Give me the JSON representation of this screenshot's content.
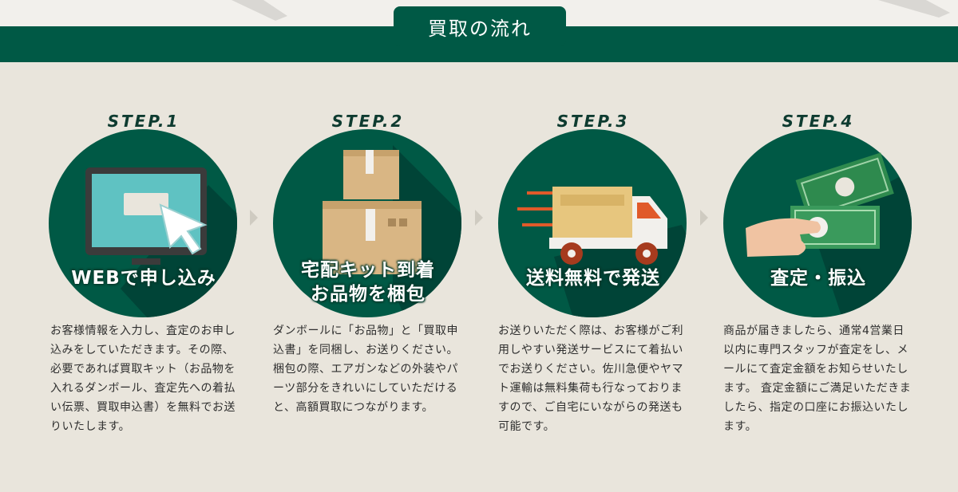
{
  "header": {
    "title": "買取の流れ"
  },
  "steps": [
    {
      "label": "STEP.1",
      "title": "WEBで申し込み",
      "icon": "monitor-cursor-icon",
      "description": "お客様情報を入力し、査定のお申し込みをしていただきます。その際、必要であれば買取キット（お品物を入れるダンボール、査定先への着払い伝票、買取申込書）を無料でお送りいたします。"
    },
    {
      "label": "STEP.2",
      "title_line1": "宅配キット到着",
      "title_line2": "お品物を梱包",
      "icon": "cardboard-boxes-icon",
      "description": "ダンボールに「お品物」と「買取申込書」を同梱し、お送りください。梱包の際、エアガンなどの外装やパーツ部分をきれいにしていただけると、高額買取につながります。"
    },
    {
      "label": "STEP.3",
      "title": "送料無料で発送",
      "icon": "delivery-truck-icon",
      "description": "お送りいただく際は、お客様がご利用しやすい発送サービスにて着払いでお送りください。佐川急便やヤマト運輸は無料集荷も行なっておりますので、ご自宅にいながらの発送も可能です。"
    },
    {
      "label": "STEP.4",
      "title": "査定・振込",
      "icon": "hand-money-icon",
      "description": "商品が届きましたら、通常4営業日以内に専門スタッフが査定をし、メールにて査定金額をお知らせいたします。 査定金額にご満足いただきましたら、指定の口座にお振込いたします。"
    }
  ],
  "colors": {
    "brand_green": "#005945",
    "background": "#e9e5dc",
    "text": "#2e2e2e"
  }
}
